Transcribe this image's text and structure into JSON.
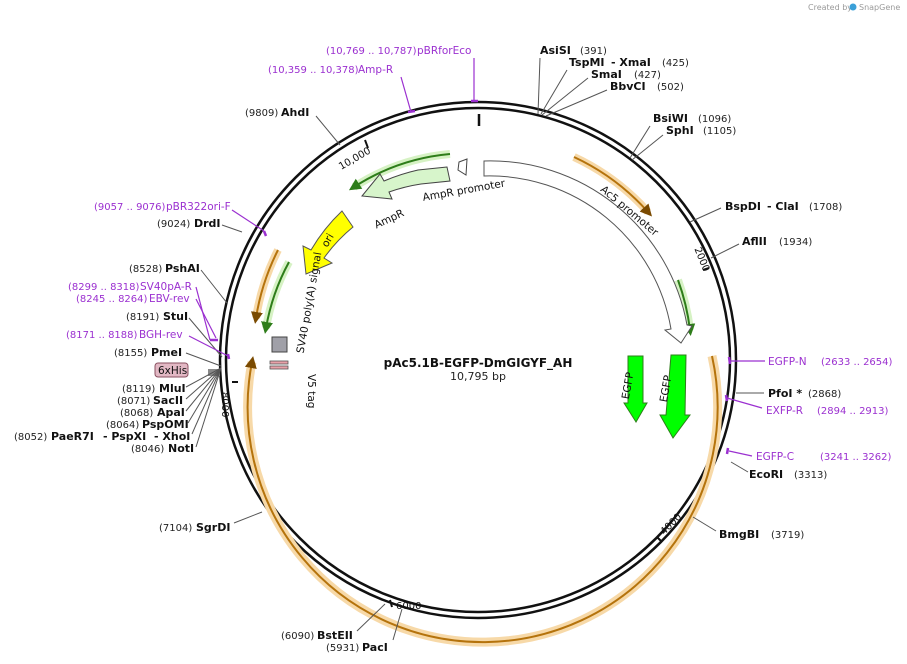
{
  "watermark": {
    "text": "Created by",
    "brand": "SnapGene"
  },
  "plasmid": {
    "name": "pAc5.1B-EGFP-DmGIGYF_AH",
    "length_label": "10,795 bp"
  },
  "ticks": {
    "t10000": "10,000",
    "t2000": "2000",
    "t4000": "4000",
    "t6000": "6000",
    "t8000": "8000"
  },
  "features": {
    "ampr_promoter": "AmpR promoter",
    "ampr": "AmpR",
    "ac5_promoter": "Ac5 promoter",
    "ori": "ori",
    "sv40": "SV40 poly(A) signal",
    "v5tag": "V5 tag",
    "egfp_1": "EGFP",
    "egfp_2": "EGFP",
    "his_tag": "6xHis"
  },
  "sites": {
    "asisi": {
      "name": "AsiSI",
      "pos": "(391)"
    },
    "tspmi": {
      "name": "TspMI",
      "sep": "- XmaI",
      "pos": "(425)"
    },
    "smai": {
      "name": "SmaI",
      "pos": "(427)"
    },
    "bbvci": {
      "name": "BbvCI",
      "pos": "(502)"
    },
    "bsiwi": {
      "name": "BsiWI",
      "pos": "(1096)"
    },
    "sphi": {
      "name": "SphI",
      "pos": "(1105)"
    },
    "bspdi": {
      "name": "BspDI",
      "sep": "- ClaI",
      "pos": "(1708)"
    },
    "aflii": {
      "name": "AflII",
      "pos": "(1934)"
    },
    "pfoi": {
      "name": "PfoI *",
      "pos": "(2868)"
    },
    "ecori": {
      "name": "EcoRI",
      "pos": "(3313)"
    },
    "bmgbi": {
      "name": "BmgBI",
      "pos": "(3719)"
    },
    "bsteii": {
      "name": "BstEII",
      "pos": "(6090)"
    },
    "paci": {
      "name": "PacI",
      "pos": "(5931)"
    },
    "sgrdi": {
      "name": "SgrDI",
      "pos": "(7104)"
    },
    "noti": {
      "name": "NotI",
      "pos": "(8046)"
    },
    "paer7i": {
      "name": "PaeR7I",
      "sep1": "- PspXI",
      "sep2": "- XhoI",
      "pos": "(8052)"
    },
    "pspomi": {
      "name": "PspOMI",
      "pos": "(8064)"
    },
    "apai": {
      "name": "ApaI",
      "pos": "(8068)"
    },
    "sacii": {
      "name": "SacII",
      "pos": "(8071)"
    },
    "mlui": {
      "name": "MluI",
      "pos": "(8119)"
    },
    "pmei": {
      "name": "PmeI",
      "pos": "(8155)"
    },
    "stui": {
      "name": "StuI",
      "pos": "(8191)"
    },
    "pshai": {
      "name": "PshAI",
      "pos": "(8528)"
    },
    "drdi": {
      "name": "DrdI",
      "pos": "(9024)"
    },
    "ahdi": {
      "name": "AhdI",
      "pos": "(9809)"
    }
  },
  "primers": {
    "pbrforeco": {
      "name": "pBRforEco",
      "pos": "(10,769 .. 10,787)"
    },
    "ampr_primer": {
      "name": "Amp-R",
      "pos": "(10,359 .. 10,378)"
    },
    "pbr322ori": {
      "name": "pBR322ori-F",
      "pos": "(9057 .. 9076)"
    },
    "sv40pa": {
      "name": "SV40pA-R",
      "pos": "(8299 .. 8318)"
    },
    "ebvrev": {
      "name": "EBV-rev",
      "pos": "(8245 .. 8264)"
    },
    "bghrev": {
      "name": "BGH-rev",
      "pos": "(8171 .. 8188)"
    },
    "egfpn": {
      "name": "EGFP-N",
      "pos": "(2633 .. 2654)"
    },
    "exfpr": {
      "name": "EXFP-R",
      "pos": "(2894 .. 2913)"
    },
    "egfpc": {
      "name": "EGFP-C",
      "pos": "(3241 .. 3262)"
    }
  }
}
